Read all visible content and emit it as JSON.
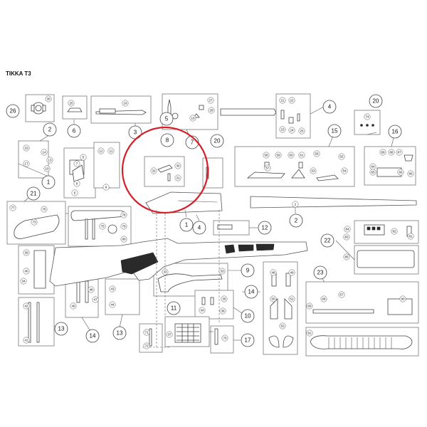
{
  "title": "TIKKA T3",
  "colors": {
    "highlight": "#d41f2a",
    "line": "#555555",
    "grip": "#2a2a2a"
  },
  "group_labels": [
    "26",
    "6",
    "3",
    "7",
    "5",
    "4",
    "20",
    "2",
    "1",
    "8",
    "20",
    "15",
    "16",
    "21",
    "2",
    "12",
    "1",
    "4",
    "22",
    "9",
    "14",
    "23",
    "11",
    "13",
    "14",
    "13",
    "10",
    "17"
  ],
  "part_labels": [
    "30",
    "25",
    "18",
    "27",
    "28",
    "19",
    "21",
    "22",
    "23",
    "24",
    "25",
    "74",
    "14",
    "16",
    "17",
    "13",
    "10",
    "9",
    "11",
    "12",
    "5",
    "7",
    "8",
    "6",
    "32",
    "30",
    "31",
    "33",
    "58",
    "59",
    "60",
    "61",
    "56",
    "55",
    "57",
    "53",
    "54",
    "89",
    "88",
    "87",
    "64",
    "65",
    "66",
    "86",
    "77",
    "76",
    "78",
    "79",
    "80",
    "75",
    "73",
    "84",
    "83",
    "82",
    "81",
    "85",
    "39",
    "40",
    "34",
    "42",
    "41",
    "46",
    "47",
    "48",
    "43",
    "44",
    "33",
    "35",
    "34",
    "36",
    "48",
    "49",
    "50",
    "51",
    "52",
    "67",
    "68",
    "69",
    "90",
    "91",
    "71",
    "72",
    "37",
    "70",
    "2"
  ]
}
